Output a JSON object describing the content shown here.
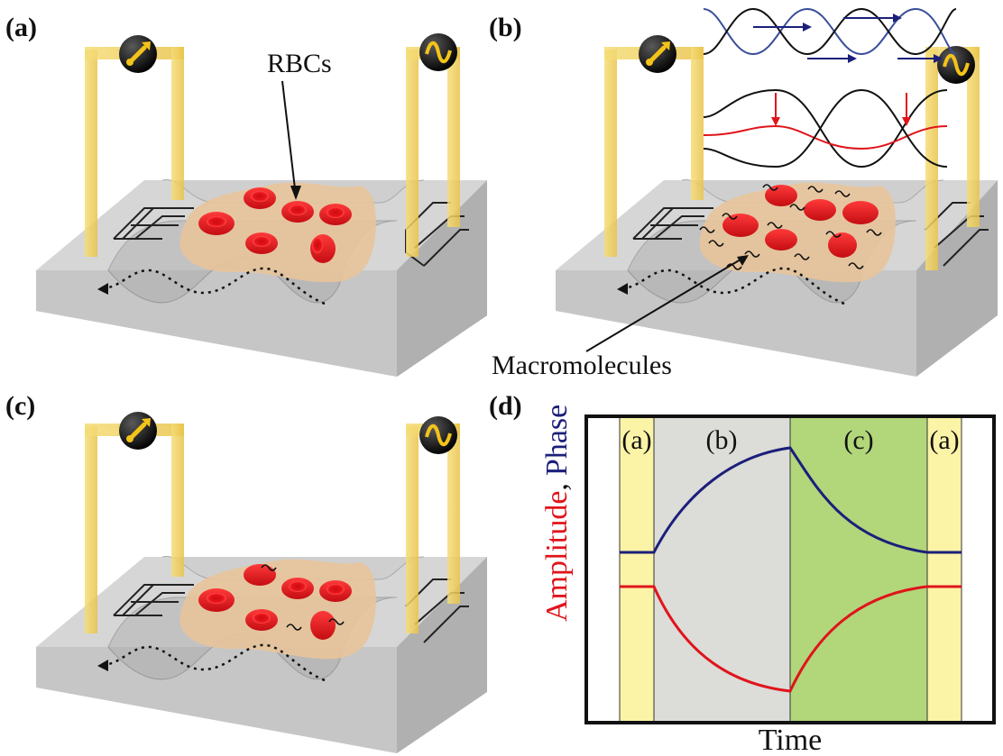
{
  "panels": {
    "a": {
      "label": "(a)",
      "annotation": "RBCs"
    },
    "b": {
      "label": "(b)",
      "annotation": "Macromolecules"
    },
    "c": {
      "label": "(c)"
    },
    "d": {
      "label": "(d)",
      "region_labels": [
        "(a)",
        "(b)",
        "(c)",
        "(a)"
      ],
      "xlabel": "Time",
      "ylabel_amplitude": "Amplitude",
      "ylabel_separator": ",",
      "ylabel_phase": "Phase"
    }
  },
  "colors": {
    "rbc": "#e8141b",
    "liquid": "#e8c49a",
    "substrate_top": "#d6d6d6",
    "substrate_side": "#b8b8b8",
    "electrode": "#f1d35a",
    "region_yellow": "#fbf3a6",
    "region_gray": "#dcdcd8",
    "region_green": "#b2d67a",
    "amplitude_curve": "#e0141b",
    "phase_curve": "#1c1f7a",
    "wave_blue": "#3a4f9a",
    "wave_red": "#e0141b",
    "wave_black": "#111111"
  },
  "icons": [
    "switch-icon",
    "ac-source-icon"
  ]
}
